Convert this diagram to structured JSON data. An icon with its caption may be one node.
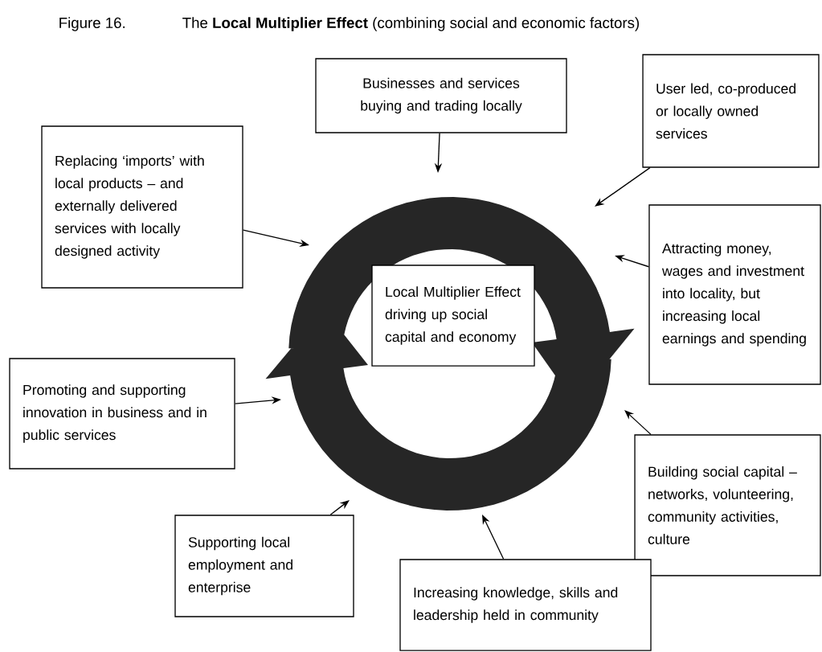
{
  "diagram": {
    "title": "The **Local Multiplier Effect** (combining social and economic factors)",
    "nodes": [
      {
        "text": [
          "Local Multiplier Effect driving up social capital and economy"
        ]
      },
      {
        "text": [
          "Businesses and services buying and trading locally"
        ]
      },
      {
        "text": [
          "User led, co-produced or locally owned services"
        ]
      },
      {
        "text": [
          "Replacing ‘imports’ with local products – and externally delivered services with locally designed activity"
        ]
      },
      {
        "text": [
          "Attracting money, wages and investment into locality, but increasing local earnings and spending"
        ]
      },
      {
        "text": [
          "Promoting and supporting innovation in business and in public services"
        ]
      },
      {
        "text": [
          "Building social capital – networks, volunteering, community activities, culture"
        ]
      },
      {
        "text": [
          "Supporting local employment and enterprise"
        ]
      },
      {
        "text": [
          "Increasing knowledge, skills and leadership held in community"
        ]
      }
    ],
    "edges": [
      {
        "from": 1,
        "to": null,
        "arrow": "to"
      },
      {
        "from": 2,
        "to": null,
        "arrow": "to"
      },
      {
        "from": 3,
        "to": null,
        "arrow": "to"
      },
      {
        "from": 4,
        "to": null,
        "arrow": "to"
      },
      {
        "from": 5,
        "to": null,
        "arrow": "to"
      },
      {
        "from": 6,
        "to": null,
        "arrow": "to"
      },
      {
        "from": 7,
        "to": null,
        "arrow": "to"
      },
      {
        "from": 8,
        "to": null,
        "arrow": "to"
      }
    ],
    "labels": [
      "Figure 16."
    ]
  }
}
